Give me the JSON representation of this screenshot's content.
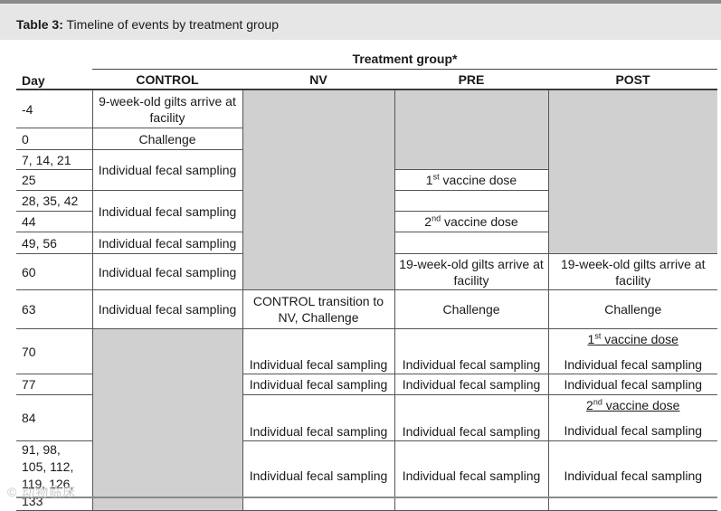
{
  "title": {
    "label": "Table 3:",
    "text": " Timeline of events by treatment group"
  },
  "group_header": "Treatment group*",
  "columns": {
    "day": "Day",
    "control": "CONTROL",
    "nv": "NV",
    "pre": "PRE",
    "post": "POST"
  },
  "days": [
    "-4",
    "0",
    "7, 14, 21",
    "25",
    "28, 35, 42",
    "44",
    "49, 56",
    "60",
    "63",
    "70",
    "77",
    "84",
    "91, 98, 105, 112, 119, 126, 133"
  ],
  "cells": {
    "gilts_arrive_9wk": "9-week-old gilts arrive at facility",
    "challenge": "Challenge",
    "fecal": "Individual fecal sampling",
    "dose1_num": "1",
    "dose1_sup": "st",
    "dose2_num": "2",
    "dose2_sup": "nd",
    "vaccine_dose": " vaccine dose",
    "gilts_arrive_19wk": "19-week-old gilts arrive at facility",
    "control_transition": "CONTROL transition to NV, Challenge"
  },
  "watermark": "© 动物临床"
}
